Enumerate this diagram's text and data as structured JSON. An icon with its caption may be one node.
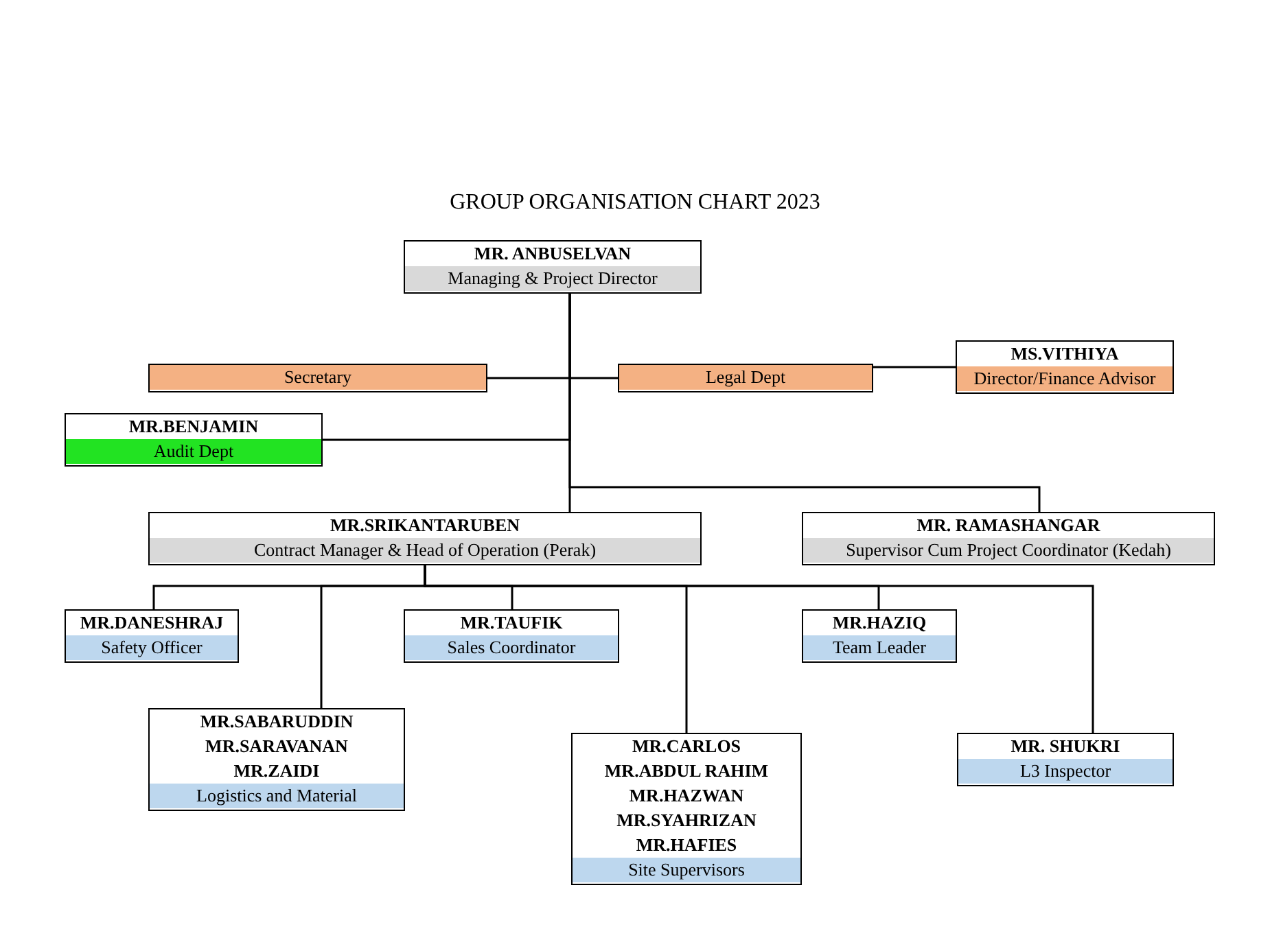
{
  "diagram": {
    "title": "GROUP ORGANISATION CHART 2023",
    "nodes": [
      {
        "text": [
          "MR. ANBUSELVAN",
          "Managing & Project Director"
        ]
      },
      {
        "text": [
          "Secretary"
        ]
      },
      {
        "text": [
          "Legal Dept"
        ]
      },
      {
        "text": [
          "MS.VITHIYA",
          "Director/Finance Advisor"
        ]
      },
      {
        "text": [
          "MR.BENJAMIN",
          "Audit Dept"
        ]
      },
      {
        "text": [
          "MR.SRIKANTARUBEN",
          "Contract Manager & Head of Operation (Perak)"
        ]
      },
      {
        "text": [
          "MR. RAMASHANGAR",
          "Supervisor Cum Project Coordinator (Kedah)"
        ]
      },
      {
        "text": [
          "MR.DANESHRAJ",
          "Safety Officer"
        ]
      },
      {
        "text": [
          "MR.SABARUDDIN",
          "MR.SARAVANAN",
          "MR.ZAIDI",
          "Logistics and Material"
        ]
      },
      {
        "text": [
          "MR.TAUFIK",
          "Sales Coordinator"
        ]
      },
      {
        "text": [
          "MR.CARLOS",
          "MR.ABDUL RAHIM",
          "MR.HAZWAN",
          "MR.SYAHRIZAN",
          "MR.HAFIES",
          "Site Supervisors"
        ]
      },
      {
        "text": [
          "MR.HAZIQ",
          "Team Leader"
        ]
      },
      {
        "text": [
          "MR. SHUKRI",
          "L3 Inspector"
        ]
      }
    ],
    "edges": [
      {
        "from": 0,
        "to": 1,
        "arrow": "none"
      },
      {
        "from": 0,
        "to": 2,
        "arrow": "none"
      },
      {
        "from": 2,
        "to": 3,
        "arrow": "none"
      },
      {
        "from": 0,
        "to": 4,
        "arrow": "none"
      },
      {
        "from": 0,
        "to": 5,
        "arrow": "none"
      },
      {
        "from": 0,
        "to": 6,
        "arrow": "none"
      },
      {
        "from": 5,
        "to": 7,
        "arrow": "none"
      },
      {
        "from": 5,
        "to": 8,
        "arrow": "none"
      },
      {
        "from": 5,
        "to": 9,
        "arrow": "none"
      },
      {
        "from": 5,
        "to": 10,
        "arrow": "none"
      },
      {
        "from": 5,
        "to": 11,
        "arrow": "none"
      },
      {
        "from": 5,
        "to": 12,
        "arrow": "none"
      }
    ]
  }
}
